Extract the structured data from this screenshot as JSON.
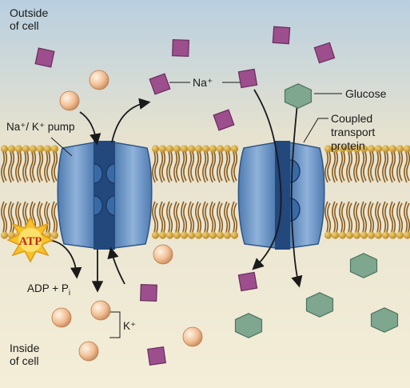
{
  "labels": {
    "outside_line1": "Outside",
    "outside_line2": "of cell",
    "inside_line1": "Inside",
    "inside_line2": "of cell",
    "pump": "Na⁺/ K⁺ pump",
    "na": "Na⁺",
    "glucose": "Glucose",
    "coupled_line1": "Coupled",
    "coupled_line2": "transport",
    "coupled_line3": "protein",
    "atp": "ATP",
    "adp": "ADP + P",
    "adp_sub": "i",
    "k": "K⁺"
  },
  "colors": {
    "outside_top": "#b9cfe0",
    "outside_bottom": "#e6e2cf",
    "inside": "#f4eed8",
    "lipid_head": "#c79a2c",
    "lipid_tail": "#8a5a1c",
    "protein": "#6f97c6",
    "protein_dark": "#22487c",
    "sodium": "#9c4f8c",
    "potassium": "#f1bf95",
    "glucose": "#7fa68e",
    "atp_burst": "#f6c12a"
  },
  "icons": {
    "sodium_ion": "purple-diamond",
    "potassium_ion": "peach-sphere",
    "glucose_molecule": "green-hexagon",
    "atp_burst": "yellow-starburst"
  }
}
